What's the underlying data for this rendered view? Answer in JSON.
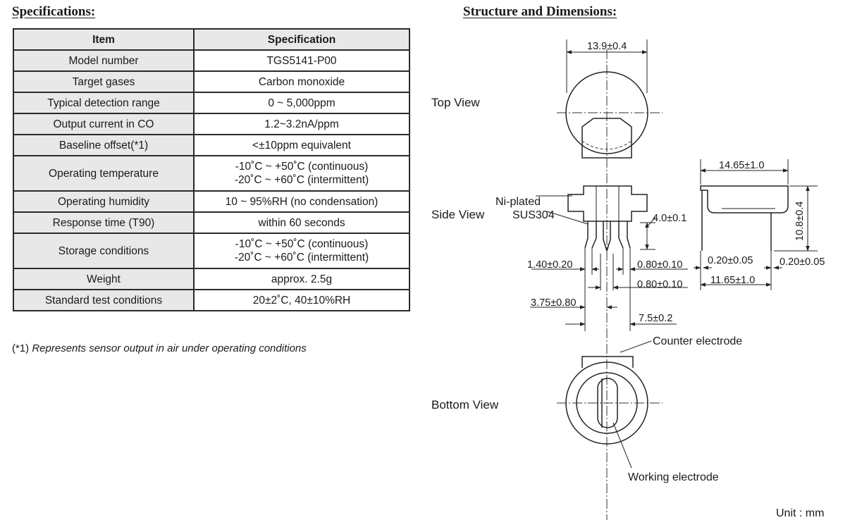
{
  "specifications": {
    "heading": "Specifications:",
    "columns": {
      "item": "Item",
      "specification": "Specification"
    },
    "rows": [
      {
        "item": "Model number",
        "spec": [
          "TGS5141-P00"
        ]
      },
      {
        "item": "Target gases",
        "spec": [
          "Carbon monoxide"
        ]
      },
      {
        "item": "Typical detection range",
        "spec": [
          "0 ~ 5,000ppm"
        ]
      },
      {
        "item": "Output current in CO",
        "spec": [
          "1.2~3.2nA/ppm"
        ]
      },
      {
        "item": "Baseline offset(*1)",
        "spec": [
          "<±10ppm equivalent"
        ]
      },
      {
        "item": "Operating temperature",
        "spec": [
          "-10˚C ~ +50˚C (continuous)",
          "-20˚C ~ +60˚C (intermittent)"
        ]
      },
      {
        "item": "Operating humidity",
        "spec": [
          "10 ~ 95%RH (no condensation)"
        ]
      },
      {
        "item": "Response time (T90)",
        "spec": [
          "within 60 seconds"
        ]
      },
      {
        "item": "Storage conditions",
        "spec": [
          "-10˚C ~ +50˚C (continuous)",
          "-20˚C ~ +60˚C (intermittent)"
        ]
      },
      {
        "item": "Weight",
        "spec": [
          "approx. 2.5g"
        ]
      },
      {
        "item": "Standard test conditions",
        "spec": [
          "20±2˚C, 40±10%RH"
        ]
      }
    ],
    "footnote": {
      "mark": "(*1)",
      "text": "Represents sensor output in air under operating conditions"
    }
  },
  "structure": {
    "heading": "Structure and Dimensions:",
    "views": {
      "top": "Top View",
      "side": "Side View",
      "bottom": "Bottom View"
    },
    "labels": {
      "ni_plated": "Ni-plated",
      "sus304": "SUS304",
      "counter_electrode": "Counter electrode",
      "working_electrode": "Working electrode",
      "unit": "Unit : mm"
    },
    "dimensions": {
      "diameter": "13.9±0.4",
      "width_side": "14.65±1.0",
      "height_side": "10.8±0.4",
      "pin_length": "4.0±0.1",
      "pin_left": "1.40±0.20",
      "pin_right_1": "0.80±0.10",
      "pin_right_2": "0.80±0.10",
      "pin_thickness_left": "0.20±0.05",
      "pin_thickness_right": "0.20±0.05",
      "pin_span_side": "11.65±1.0",
      "offset": "3.75±0.80",
      "pin_pitch": "7.5±0.2"
    }
  }
}
